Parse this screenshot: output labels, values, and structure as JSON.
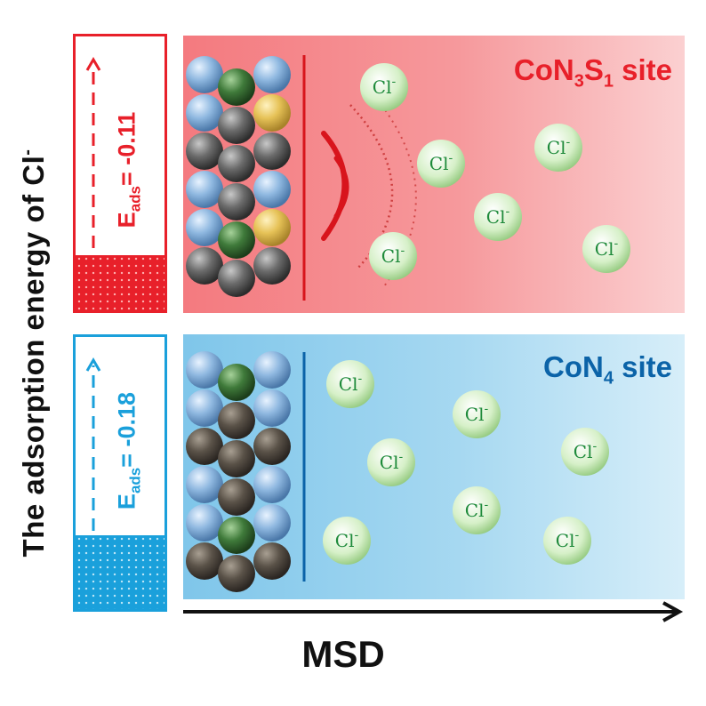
{
  "y_axis": {
    "label": "The adsorption energy of Cl",
    "label_sup": "-"
  },
  "x_axis": {
    "label": "MSD"
  },
  "top_panel": {
    "site_main": "CoN",
    "site_sub1": "3",
    "site_mid": "S",
    "site_sub2": "1",
    "site_tail": " site",
    "eads_symbol": "E",
    "eads_sub": "ads",
    "eads_value": "= -0.11",
    "color": "#e8202a",
    "ion_label": "Cl-",
    "ion_count": 6
  },
  "bottom_panel": {
    "site_main": "CoN",
    "site_sub1": "4",
    "site_tail": " site",
    "eads_symbol": "E",
    "eads_sub": "ads",
    "eads_value": "= -0.18",
    "color": "#1aa0db",
    "ion_label": "Cl-",
    "ion_count": 7
  },
  "atom_colors": {
    "nitrogen": "#8fb8e0",
    "carbon": "#6b6b6b",
    "cobalt": "#3f7a3a",
    "sulfur": "#e6c257",
    "carbon_brown": "#5a5248"
  },
  "gauge_fill": {
    "top_fraction": 0.2,
    "bottom_fraction": 0.27
  }
}
